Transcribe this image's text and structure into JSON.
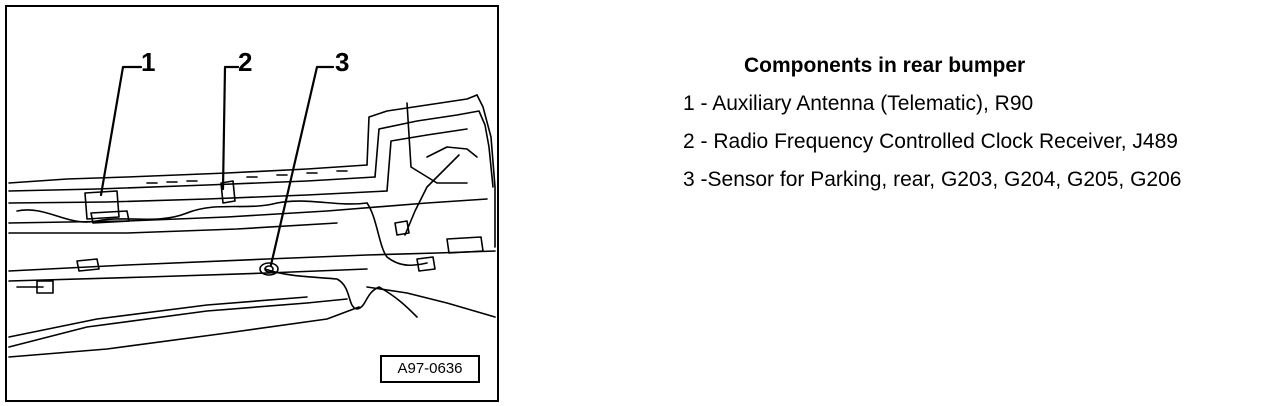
{
  "figure": {
    "callouts": [
      "1",
      "2",
      "3"
    ],
    "figure_id": "A97-0636"
  },
  "legend": {
    "title": "Components in rear bumper",
    "items": [
      {
        "number": "1",
        "separator": " - ",
        "text": "Auxiliary Antenna (Telematic), R90"
      },
      {
        "number": "2",
        "separator": " - ",
        "text": "Radio Frequency Controlled Clock Receiver, J489"
      },
      {
        "number": "3",
        "separator": " -",
        "text": "Sensor for Parking, rear, G203, G204, G205, G206"
      }
    ]
  }
}
